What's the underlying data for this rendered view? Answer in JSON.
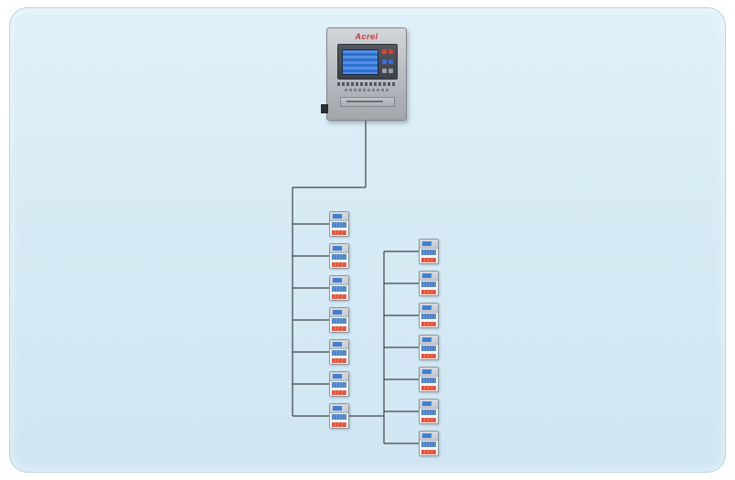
{
  "page": {
    "background": "#ffffff"
  },
  "card": {
    "background": "#d7ebf5",
    "border": "#b5d5e5"
  },
  "monitor": {
    "brand": "Acrel",
    "brand_color": "#d0342c",
    "body_color": "#b4b8bd",
    "screen_color": "#2e6fd0",
    "button_colors": [
      "#d6453a",
      "#3a6fd6",
      "#9aa0a6"
    ]
  },
  "wiring": {
    "line_color": "#3f4347",
    "left_branch_count": 7,
    "right_branch_count": 7
  },
  "modules": {
    "total_count": 14,
    "body_color": "#f2f4f5",
    "display_color": "#3f7fd4",
    "label_top_color": "#4a80c4",
    "label_bottom_color": "#e2543f"
  }
}
